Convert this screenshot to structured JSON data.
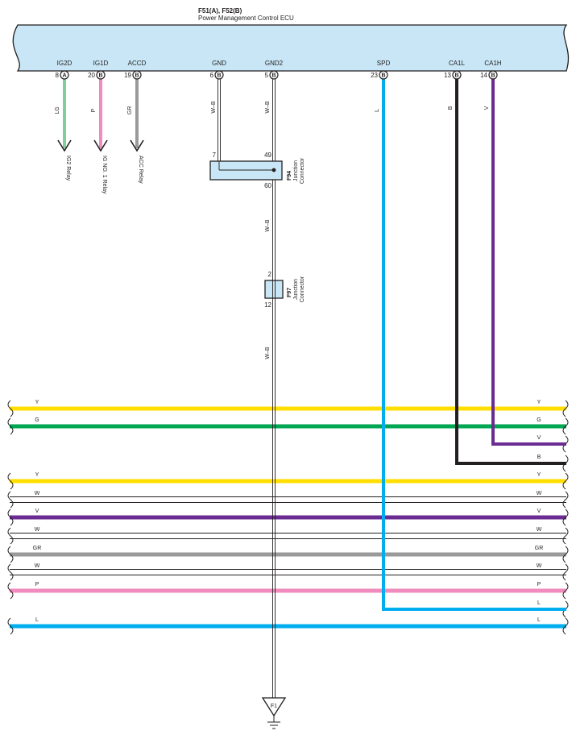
{
  "ecu": {
    "title": "F51(A), F52(B)",
    "subtitle": "Power Management Control ECU",
    "fill": "#c8e6f5"
  },
  "pins": [
    {
      "id": "ig2d",
      "name": "IG2D",
      "number": "8",
      "connector": "A",
      "wire": "LG",
      "color": "#7fcf9a",
      "dest": "IG2 Relay"
    },
    {
      "id": "ig1d",
      "name": "IG1D",
      "number": "20",
      "connector": "B",
      "wire": "P",
      "color": "#f08bbd",
      "dest": "IG NO. 1 Relay"
    },
    {
      "id": "accd",
      "name": "ACCD",
      "number": "19",
      "connector": "B",
      "wire": "GR",
      "color": "#9a9a9a",
      "dest": "ACC Relay"
    },
    {
      "id": "gnd",
      "name": "GND",
      "number": "6",
      "connector": "B",
      "wire": "W–B"
    },
    {
      "id": "gnd2",
      "name": "GND2",
      "number": "5",
      "connector": "B",
      "wire": "W–B"
    },
    {
      "id": "spd",
      "name": "SPD",
      "number": "23",
      "connector": "B",
      "wire": "L",
      "color": "#00aeef"
    },
    {
      "id": "ca1l",
      "name": "CA1L",
      "number": "13",
      "connector": "B",
      "wire": "B",
      "color": "#231f20"
    },
    {
      "id": "ca1h",
      "name": "CA1H",
      "number": "14",
      "connector": "B",
      "wire": "V",
      "color": "#6b2c91"
    }
  ],
  "junctions": [
    {
      "id": "f94",
      "code": "F94",
      "label_line1": "Junction",
      "label_line2": "Connector",
      "pins": [
        "7",
        "49",
        "60"
      ]
    },
    {
      "id": "f97",
      "code": "F97",
      "label_line1": "Junction",
      "label_line2": "Connector",
      "pins": [
        "2",
        "12"
      ]
    }
  ],
  "ground_wires": [
    "W–B",
    "W–B",
    "W–B"
  ],
  "ground": {
    "label": "F1"
  },
  "bus_lines": [
    {
      "id": "y1",
      "label": "Y",
      "color": "#ffde00",
      "ends": "both"
    },
    {
      "id": "g",
      "label": "G",
      "color": "#00a651",
      "ends": "both"
    },
    {
      "id": "v1",
      "label": "V",
      "color": "#6b2c91",
      "ends": "right"
    },
    {
      "id": "b",
      "label": "B",
      "color": "#231f20",
      "ends": "right"
    },
    {
      "id": "y2",
      "label": "Y",
      "color": "#ffde00",
      "ends": "both"
    },
    {
      "id": "w1",
      "label": "W",
      "color": "#ffffff",
      "ends": "both"
    },
    {
      "id": "v2",
      "label": "V",
      "color": "#6b2c91",
      "ends": "both"
    },
    {
      "id": "w2",
      "label": "W",
      "color": "#ffffff",
      "ends": "both"
    },
    {
      "id": "gr",
      "label": "GR",
      "color": "#9a9a9a",
      "ends": "both"
    },
    {
      "id": "w3",
      "label": "W",
      "color": "#ffffff",
      "ends": "both"
    },
    {
      "id": "p",
      "label": "P",
      "color": "#f08bbd",
      "ends": "both"
    },
    {
      "id": "l1",
      "label": "L",
      "color": "#00aeef",
      "ends": "right"
    },
    {
      "id": "l2",
      "label": "L",
      "color": "#00aeef",
      "ends": "both"
    }
  ]
}
